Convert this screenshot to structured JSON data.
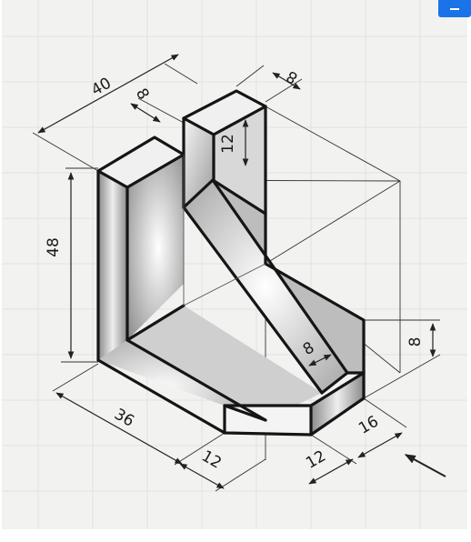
{
  "dimensions": {
    "top_depth": "40",
    "post_width": "8",
    "post_depth": "8",
    "post_height": "12",
    "total_height": "48",
    "front_length": "36",
    "front_chamfer": "12",
    "side_chamfer": "12",
    "side_width": "16",
    "base_thickness": "8",
    "rib_thickness": "8"
  },
  "colors": {
    "background": "#f2f2f0",
    "ink": "#151515",
    "accent_button": "#1a73e8"
  },
  "icons": {
    "viewing_direction": "arrow-icon",
    "corner_button": "minus-icon"
  }
}
